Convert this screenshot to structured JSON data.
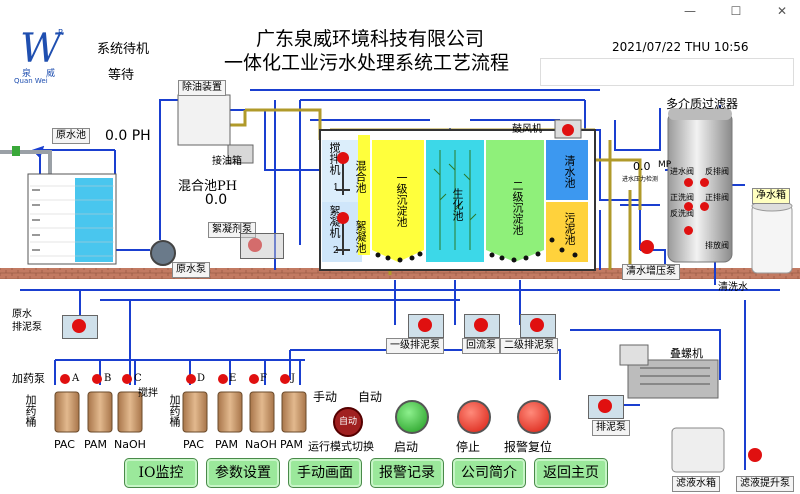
{
  "window": {
    "minimize": "—",
    "maximize": "☐",
    "close": "✕"
  },
  "logo": {
    "mark": "W",
    "r_mark": "R",
    "sub_left": "泉",
    "sub_right": "威",
    "brand": "Quan Wei"
  },
  "status": {
    "line1": "系统待机",
    "line2": "等待"
  },
  "header": {
    "company": "广东泉威环境科技有限公司",
    "process": "一体化工业污水处理系统工艺流程"
  },
  "datetime": "2021/07/22 THU    10:56",
  "raw_tank": {
    "label": "原水池",
    "ph": "0.0 PH"
  },
  "oil_separator": {
    "label": "除油装置",
    "oil_box": "接油箱"
  },
  "mixing_ph": {
    "label": "混合池PH",
    "value": "0.0"
  },
  "coag_pump": "絮凝剂泵",
  "raw_pump": "原水泵",
  "stirrer1": {
    "label": "搅拌机",
    "num": "1"
  },
  "stirrer2": {
    "label": "絮凝机",
    "num": "2"
  },
  "mix_tank": "混合池",
  "floc_tank": "絮凝池",
  "primary_settle": "一级沉淀池",
  "bio_tank": "生化池",
  "secondary_settle": "二级沉淀池",
  "clear_tank": "清水池",
  "sludge_tank": "污泥池",
  "blower": "鼓风机",
  "media_filter": "多介质过滤器",
  "pressure": {
    "value": "0.0",
    "unit": "MP",
    "note": "进水压力检测"
  },
  "valves": {
    "inlet": "进水阀",
    "backwash_out": "反排阀",
    "forward_wash": "正洗阀",
    "forward_drain": "正排阀",
    "backwash": "反洗阀",
    "drain": "排放阀"
  },
  "clean_tank": "净水箱",
  "booster_pump": "清水增压泵",
  "clean_water": "清洗水",
  "raw_sludge_pump": {
    "line1": "原水",
    "line2": "排泥泵"
  },
  "sludge_pumps": {
    "p1": "一级排泥泵",
    "p2": "回流泵",
    "p3": "二级排泥泵"
  },
  "dosing": {
    "label": "加药泵",
    "tank_label": "加药桶",
    "stir": "搅拌",
    "pumps": [
      "A",
      "B",
      "C",
      "D",
      "E",
      "F",
      "J"
    ],
    "chem_left": [
      "PAC",
      "PAM",
      "NaOH"
    ],
    "chem_right": [
      "PAC",
      "PAM",
      "NaOH",
      "PAM"
    ]
  },
  "press": {
    "label": "叠螺机",
    "pump": "排泥泵",
    "tank": "滤液水箱",
    "lift": "滤液提升泵"
  },
  "mode": {
    "manual": "手动",
    "auto": "自动",
    "label": "运行模式切换",
    "knob": "自动"
  },
  "controls": {
    "start": "启动",
    "stop": "停止",
    "reset": "报警复位"
  },
  "nav": [
    "IO监控",
    "参数设置",
    "手动画面",
    "报警记录",
    "公司简介",
    "返回主页"
  ],
  "colors": {
    "pipe_blue": "#1a3fd0",
    "pipe_olive": "#b09a2a",
    "pipe_rust": "#b06a50",
    "tank_yellow": "#ffff3c",
    "tank_green": "#8ff07a",
    "tank_cyan": "#3cd8e8",
    "nav_green": "#9be89b"
  }
}
